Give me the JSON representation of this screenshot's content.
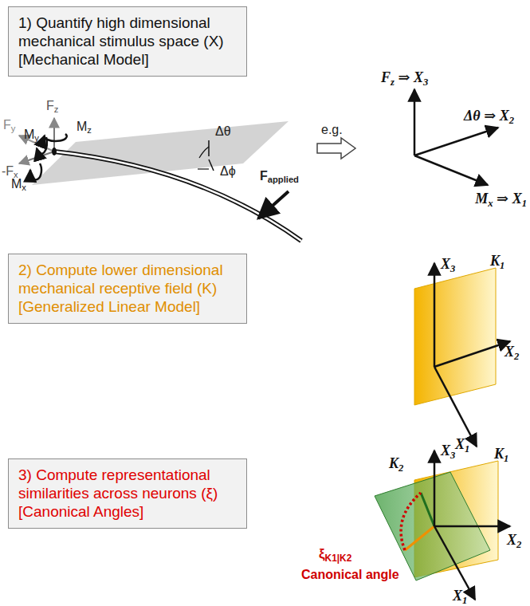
{
  "diagram": {
    "nodes": [
      {
        "text": [
          "1) Quantify high dimensional mechanical stimulus space (X)",
          "[Mechanical Model]"
        ]
      },
      {
        "text": [
          "2) Compute lower dimensional mechanical receptive field (K)",
          "[Generalized Linear Model]"
        ]
      },
      {
        "text": [
          "3) Compute representational similarities across neurons (ξ)",
          "[Canonical Angles]"
        ]
      }
    ],
    "labels": [
      "Fz",
      "My",
      "Mz",
      "Fy",
      "-Fx",
      "Mx",
      "Δθ",
      "Δϕ",
      "Fapplied",
      "e.g.",
      "Fz ⇒ X3",
      "Δθ ⇒ X2",
      "Mx ⇒ X1",
      "X3",
      "X2",
      "X1",
      "K1",
      "X3",
      "X2",
      "K2",
      "K1",
      "ξK1|K2",
      "Canonical angle",
      "X1"
    ]
  }
}
